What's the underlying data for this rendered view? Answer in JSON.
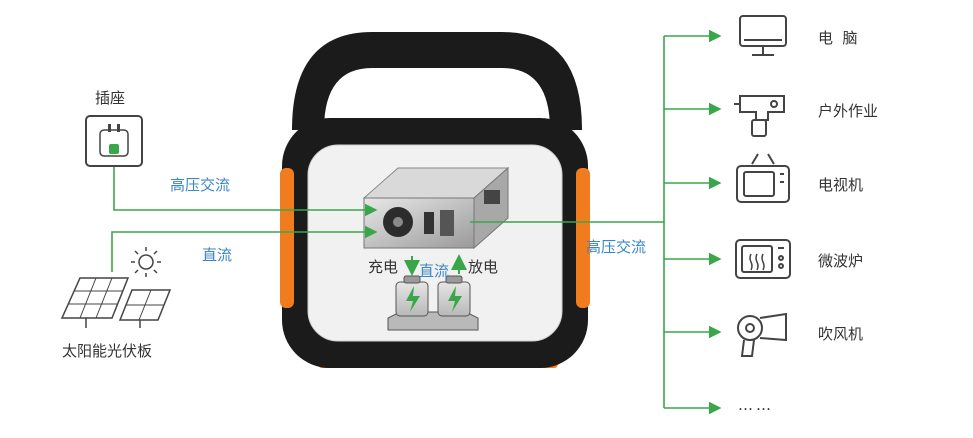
{
  "colors": {
    "flow_line": "#3aa64a",
    "text": "#333333",
    "label_blue": "#3a86c8",
    "frame": "#1b1b1b",
    "accent_orange": "#f07c1e",
    "screen": "#f1f1f1"
  },
  "sources": {
    "socket": {
      "label": "插座",
      "icon": "wall-socket-icon"
    },
    "solar": {
      "label": "太阳能光伏板",
      "icon": "solar-panel-icon"
    }
  },
  "edges": {
    "ac_in": "高压交流",
    "dc_in": "直流",
    "ac_out": "高压交流",
    "charge": "充电",
    "dc_internal": "直流",
    "discharge": "放电"
  },
  "device": {
    "inverter_icon": "inverter-module-icon",
    "battery_icon": "battery-pack-icon"
  },
  "outputs": [
    {
      "label": "电  脑",
      "icon": "monitor-icon"
    },
    {
      "label": "户外作业",
      "icon": "power-drill-icon"
    },
    {
      "label": "电视机",
      "icon": "tv-icon"
    },
    {
      "label": "微波炉",
      "icon": "microwave-icon"
    },
    {
      "label": "吹风机",
      "icon": "hair-dryer-icon"
    },
    {
      "label": "……",
      "icon": ""
    }
  ]
}
